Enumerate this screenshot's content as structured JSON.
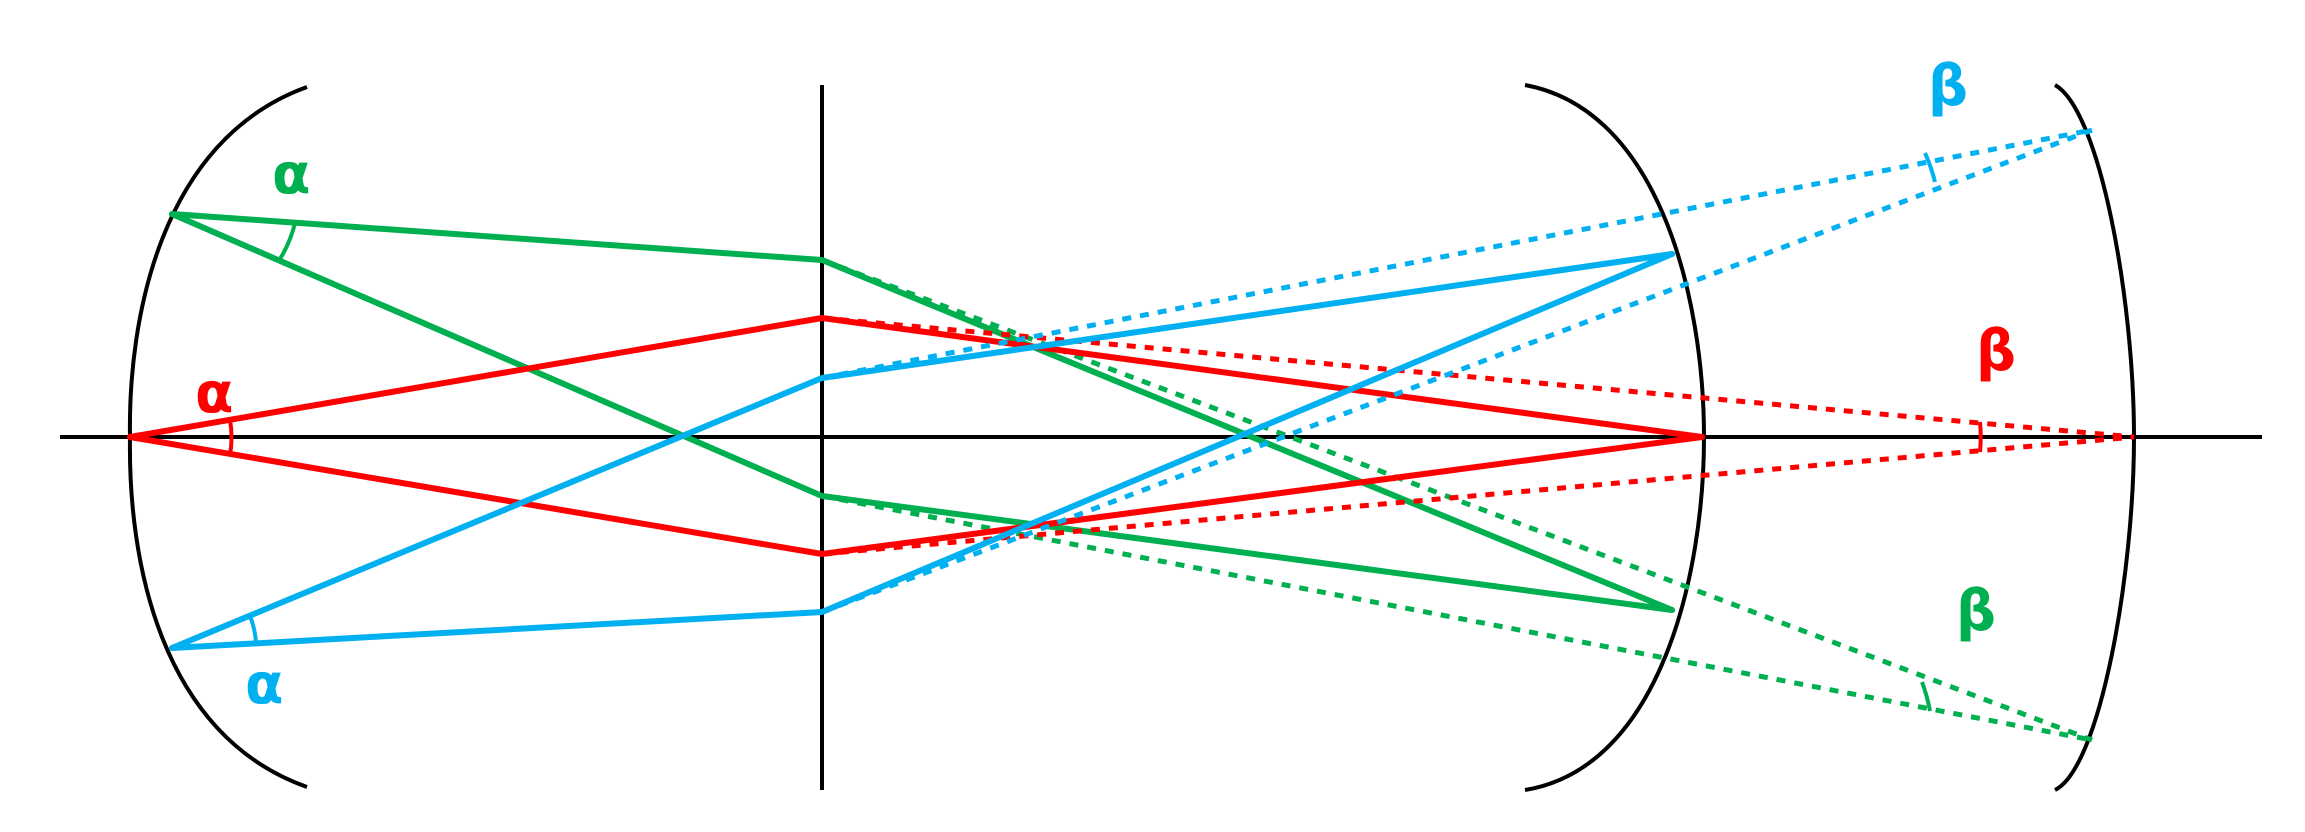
{
  "colors": {
    "structure": "#000000",
    "red": "#ff0000",
    "green": "#00b050",
    "blue": "#00b0f0"
  },
  "labels": {
    "alpha_green": "α",
    "alpha_red": "α",
    "alpha_blue": "α",
    "beta_blue": "β",
    "beta_red": "β",
    "beta_green": "β"
  }
}
